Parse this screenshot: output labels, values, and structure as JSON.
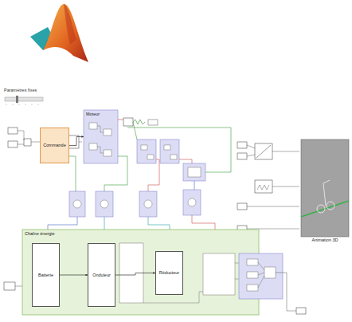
{
  "diagram": {
    "nodes": [
      {
        "text": [
          "Commande"
        ]
      },
      {
        "text": [
          "Moteur"
        ]
      },
      {
        "text": [
          "Chaîne énergie"
        ]
      },
      {
        "text": [
          "Batterie"
        ],
        "in": 2
      },
      {
        "text": [
          "Onduleur"
        ],
        "in": 2
      },
      {
        "text": [
          "Réducteur"
        ],
        "in": 2
      },
      {
        "text": [
          "Animation 3D"
        ]
      }
    ],
    "edges": [
      {
        "from": 0,
        "to": 1,
        "arrow": "to"
      },
      {
        "from": 3,
        "to": 4,
        "arrow": "to"
      },
      {
        "from": 4,
        "to": 5,
        "arrow": "to"
      }
    ],
    "labels": [
      "Paramètres fixes"
    ]
  }
}
